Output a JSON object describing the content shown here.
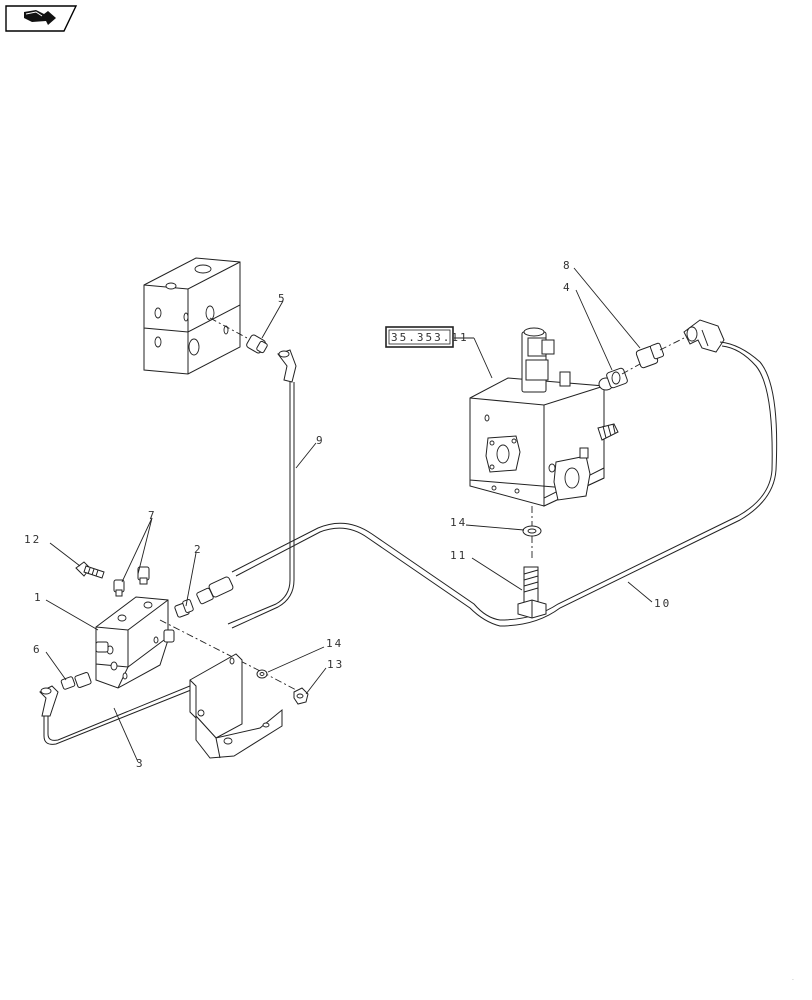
{
  "nav_icon": "page-turn-arrow-icon",
  "reference": {
    "label": "35.353.11"
  },
  "callouts": {
    "c1": "1",
    "c2": "2",
    "c3": "3",
    "c4": "4",
    "c5": "5",
    "c6": "6",
    "c7": "7",
    "c8": "8",
    "c9": "9",
    "c10": "10",
    "c11": "11",
    "c12": "12",
    "c13": "13",
    "c14a": "14",
    "c14b": "14"
  }
}
